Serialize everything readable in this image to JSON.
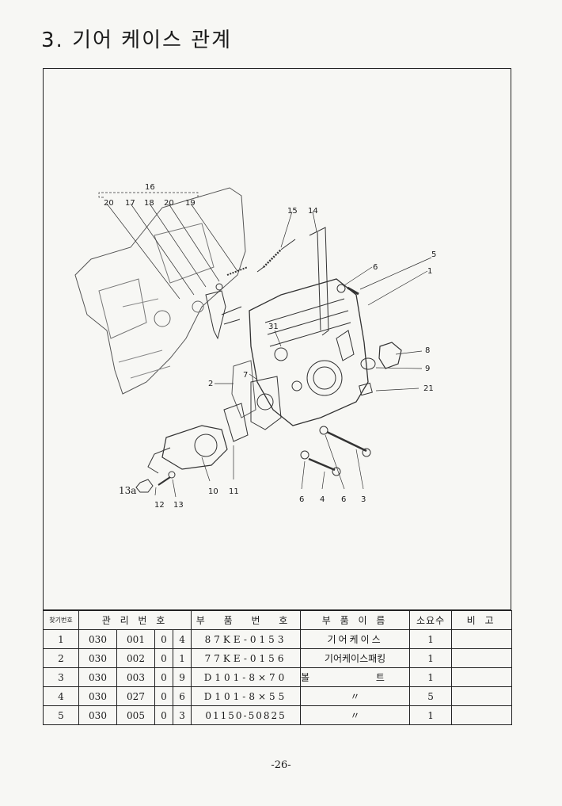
{
  "page": {
    "title": "3. 기어 케이스 관계",
    "page_number": "-26-"
  },
  "diagram": {
    "callouts": [
      "16",
      "20",
      "17",
      "18",
      "20",
      "19",
      "15",
      "14",
      "5",
      "6",
      "1",
      "31",
      "8",
      "9",
      "7",
      "2",
      "21",
      "13a",
      "12",
      "13",
      "10",
      "11",
      "6",
      "4",
      "6",
      "3"
    ]
  },
  "table": {
    "headers": {
      "index": "찾기번호",
      "mgmt_no": "관 리 번 호",
      "part_no": "부 품 번 호",
      "part_name": "부 품 이 름",
      "qty": "소요수",
      "remarks": "비 고"
    },
    "rows": [
      {
        "idx": "1",
        "m1": "030",
        "m2": "001",
        "m3": "0",
        "m4": "4",
        "part_no": "87KE-0153",
        "name": "기어케이스",
        "qty": "1",
        "remarks": ""
      },
      {
        "idx": "2",
        "m1": "030",
        "m2": "002",
        "m3": "0",
        "m4": "1",
        "part_no": "77KE-0156",
        "name": "기어케이스패킹",
        "qty": "1",
        "remarks": ""
      },
      {
        "idx": "3",
        "m1": "030",
        "m2": "003",
        "m3": "0",
        "m4": "9",
        "part_no": "D101-8×70",
        "name": "볼 트",
        "qty": "1",
        "remarks": ""
      },
      {
        "idx": "4",
        "m1": "030",
        "m2": "027",
        "m3": "0",
        "m4": "6",
        "part_no": "D101-8×55",
        "name": "〃",
        "qty": "5",
        "remarks": ""
      },
      {
        "idx": "5",
        "m1": "030",
        "m2": "005",
        "m3": "0",
        "m4": "3",
        "part_no": "01150-50825",
        "name": "〃",
        "qty": "1",
        "remarks": ""
      }
    ]
  }
}
